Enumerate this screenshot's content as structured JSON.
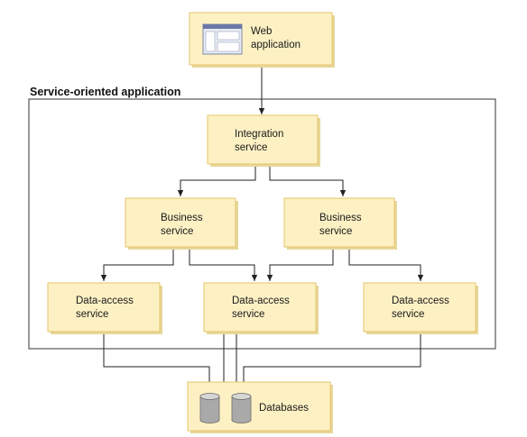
{
  "diagram": {
    "container_title": "Service-oriented application",
    "web_app": {
      "line1": "Web",
      "line2": "application"
    },
    "integration": {
      "line1": "Integration",
      "line2": "service"
    },
    "business_left": {
      "line1": "Business",
      "line2": "service"
    },
    "business_right": {
      "line1": "Business",
      "line2": "service"
    },
    "data_access_1": {
      "line1": "Data-access",
      "line2": "service"
    },
    "data_access_2": {
      "line1": "Data-access",
      "line2": "service"
    },
    "data_access_3": {
      "line1": "Data-access",
      "line2": "service"
    },
    "databases": {
      "label": "Databases"
    }
  },
  "colors": {
    "box_fill": "#fdf1c4",
    "box_border": "#e5c46a",
    "box_shadow": "#e7d79a",
    "line": "#222222",
    "container_border": "#333333",
    "cylinder": "#a9a9a9",
    "cylinder_top": "#d6d6d6"
  },
  "icons": {
    "web_app_icon": "browser-window-icon",
    "database_icon": "database-cylinder-icon"
  }
}
